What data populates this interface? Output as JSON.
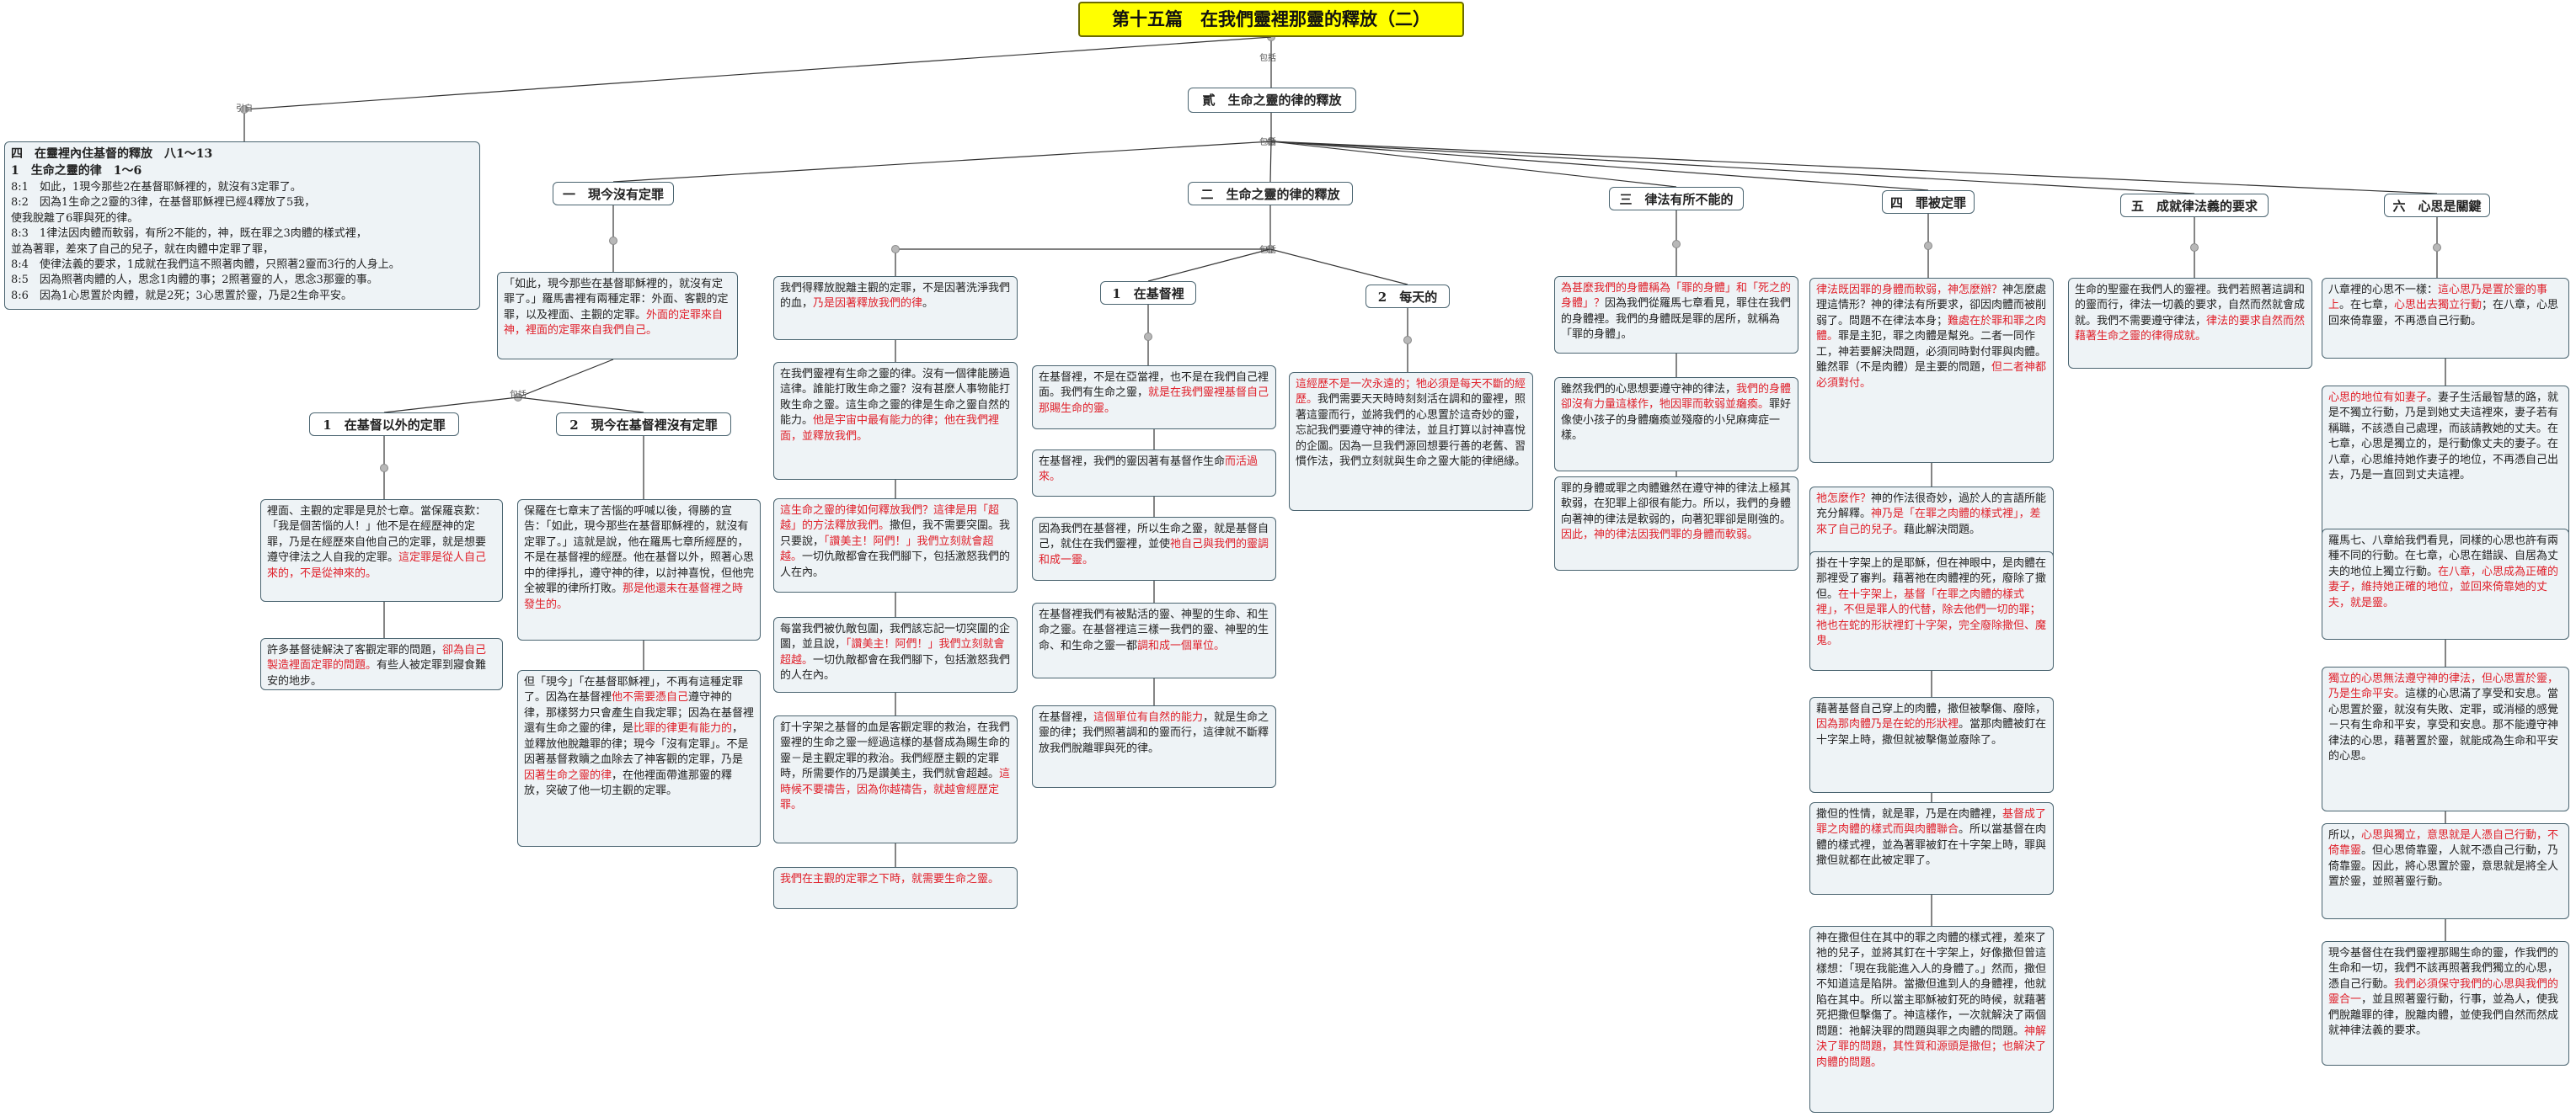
{
  "root": {
    "title": "第十五篇　在我們靈裡那靈的釋放（二）"
  },
  "connectors": {
    "intro": "引自",
    "include": "包括"
  },
  "side_note": {
    "lines": [
      "四　在靈裡內住基督的釋放　八1～13",
      "1　生命之靈的律　1～6",
      "8:1　如此，1現今那些2在基督耶穌裡的，就沒有3定罪了。",
      "8:2　因為1生命之2靈的3律，在基督耶穌裡已經4釋放了5我，",
      "使我脫離了6罪與死的律。",
      "8:3　1律法因肉體而軟弱，有所2不能的，神，既在罪之3肉體的樣式裡，",
      "並為著罪，差來了自己的兒子，就在肉體中定罪了罪，",
      "8:4　使律法義的要求，1成就在我們這不照著肉體，只照著2靈而3行的人身上。",
      "8:5　因為照著肉體的人，思念1肉體的事；2照著靈的人，思念3那靈的事。",
      "8:6　因為1心思置於肉體，就是2死；3心思置於靈，乃是2生命平安。"
    ]
  },
  "level1": {
    "main": "貳　生命之靈的律的釋放",
    "branches": [
      "一　現今沒有定罪",
      "二　生命之靈的律的釋放",
      "三　律法有所不能的",
      "四　罪被定罪",
      "五　成就律法義的要求",
      "六　心思是關鍵"
    ]
  },
  "col1": {
    "intro": [
      {
        "t": "「如此，現今那些在基督耶穌裡的，就沒有定罪了。」羅馬書裡有兩種定罪：外面、客觀的定罪，以及裡面、主觀的定罪。"
      },
      {
        "t": "外面的定罪來自神，裡面的定罪來自我們自己。",
        "r": true
      }
    ],
    "sub1": "1　在基督以外的定罪",
    "sub2": "2　現今在基督裡沒有定罪",
    "a1": [
      {
        "t": "裡面、主觀的定罪是見於七章。當保羅哀歎：「我是個苦惱的人！」他不是在經歷神的定罪，乃是在經歷來自他自己的定罪，就是想要遵守律法之人自我的定罪。"
      },
      {
        "t": "這定罪是從人自己來的，不是從神來的。",
        "r": true
      }
    ],
    "a2": [
      {
        "t": "許多基督徒解決了客觀定罪的問題，"
      },
      {
        "t": "卻為自己製造裡面定罪的問題。",
        "r": true
      },
      {
        "t": "有些人被定罪到寢食難安的地步。"
      }
    ],
    "b1": [
      {
        "t": "保羅在七章末了苦惱的呼喊以後，得勝的宣告：「如此，現今那些在基督耶穌裡的，就沒有定罪了。」這就是說，他在羅馬七章所經歷的，不是在基督裡的經歷。他在基督以外，照著心思中的律掙扎，遵守神的律，以討神喜悅，但他完全被罪的律所打敗。"
      },
      {
        "t": "那是他還未在基督裡之時發生的。",
        "r": true
      }
    ],
    "b2": [
      {
        "t": "但「現今」「在基督耶穌裡」，不再有這種定罪了。因為在基督裡"
      },
      {
        "t": "他不需要憑自己",
        "r": true
      },
      {
        "t": "遵守神的律，那樣努力只會產生自我定罪；因為在基督裡還有生命之靈的律，是"
      },
      {
        "t": "比罪的律更有能力的",
        "r": true
      },
      {
        "t": "，並釋放他脫離罪的律；現今「沒有定罪」。不是因著基督救贖之血除去了神客觀的定罪，乃是"
      },
      {
        "t": "因著生命之靈的律",
        "r": true
      },
      {
        "t": "，在他裡面帶進那靈的釋放，突破了他一切主觀的定罪。"
      }
    ]
  },
  "col2": {
    "intro": [
      {
        "t": "我們得釋放脫離主觀的定罪，不是因著洗淨我們的血，"
      },
      {
        "t": "乃是因著釋放我們的律",
        "r": true
      },
      {
        "t": "。"
      }
    ],
    "n1": [
      {
        "t": "在我們靈裡有生命之靈的律。沒有一個律能勝過這律。誰能打敗生命之靈？沒有甚麼人事物能打敗生命之靈。這生命之靈的律是生命之靈自然的能力。"
      },
      {
        "t": "他是宇宙中最有能力的律；他在我們裡面，並釋放我們。",
        "r": true
      }
    ],
    "n2": [
      {
        "t": "這生命之靈的律如何釋放我們？這律是用「超越」的方法釋放我們。",
        "r": true
      },
      {
        "t": "撒但，我不需要突圍。我只要說，"
      },
      {
        "t": "「讚美主！阿們！」我們立刻就會超越。",
        "r": true
      },
      {
        "t": "一切仇敵都會在我們腳下，包括激怒我們的人在內。"
      }
    ],
    "n3": [
      {
        "t": "每當我們被仇敵包圍，我們該忘記一切突圍的企圖，並且說，"
      },
      {
        "t": "「讚美主！阿們！」我們立刻就會超越。",
        "r": true
      },
      {
        "t": "一切仇敵都會在我們腳下，包括激怒我們的人在內。"
      }
    ],
    "n4": [
      {
        "t": "釘十字架之基督的血是客觀定罪的救治，在我們靈裡的生命之靈一經過這樣的基督成為賜生命的靈－是主觀定罪的救治。我們經歷主觀的定罪時，所需要作的乃是讚美主，我們就會超越。"
      },
      {
        "t": "這時候不要禱告，因為你越禱告，就越會經歷定罪。",
        "r": true
      }
    ],
    "n5": [
      {
        "t": "我們在主觀的定罪之下時，就需要生命之靈。",
        "r": true
      }
    ]
  },
  "col3": {
    "sub1": "1　在基督裡",
    "sub2": "2　每天的",
    "a1": [
      {
        "t": "在基督裡，不是在亞當裡，也不是在我們自己裡面。我們有生命之靈，"
      },
      {
        "t": "就是在我們靈裡基督自己那賜生命的靈。",
        "r": true
      }
    ],
    "a2": [
      {
        "t": "在基督裡，我們的靈因著有基督作生命"
      },
      {
        "t": "而活過來。",
        "r": true
      }
    ],
    "a3": [
      {
        "t": "因為我們在基督裡，所以生命之靈，就是基督自己，就住在我們靈裡，並使"
      },
      {
        "t": "祂自己與我們的靈調和成一靈。",
        "r": true
      }
    ],
    "a4": [
      {
        "t": "在基督裡我們有被點活的靈、神聖的生命、和生命之靈。在基督裡這三樣一我們的靈、神聖的生命、和生命之靈一都"
      },
      {
        "t": "調和成一個單位。",
        "r": true
      }
    ],
    "a5": [
      {
        "t": "在基督裡，"
      },
      {
        "t": "這個單位有自然的能力",
        "r": true
      },
      {
        "t": "，就是生命之靈的律；我們照著調和的靈而行，這律就不斷釋放我們脫離罪與死的律。"
      }
    ],
    "b1": [
      {
        "t": "這經歷不是一次永遠的；牠必須是每天不斷的經歷。",
        "r": true
      },
      {
        "t": "我們需要天天時時刻刻活在調和的靈裡，照著這靈而行，並將我們的心思置於這奇妙的靈，忘記我們要遵守神的律法，並且打算以討神喜悅的企圖。因為一旦我們源回想要行善的老舊、習慣作法，我們立刻就與生命之靈大能的律絕緣。"
      }
    ]
  },
  "col4": {
    "n1": [
      {
        "t": "為甚麼我們的身體稱為「罪的身體」和「死之的身體」？",
        "r": true
      },
      {
        "t": "因為我們從羅馬七章看見，罪住在我們的身體裡。我們的身體既是罪的居所，就稱為「罪的身體」。"
      }
    ],
    "n2": [
      {
        "t": "雖然我們的心思想要遵守神的律法，"
      },
      {
        "t": "我們的身體卻沒有力量這樣作，牠因罪而軟弱並癱瘓。",
        "r": true
      },
      {
        "t": "罪好像使小孩子的身體癱瘓並殘廢的小兒麻痺症一樣。"
      }
    ],
    "n3": [
      {
        "t": "罪的身體或罪之肉體雖然在遵守神的律法上極其軟弱，在犯罪上卻很有能力。所以，我們的身體向著神的律法是軟弱的，向著犯罪卻是剛強的。"
      },
      {
        "t": "因此，神的律法因我們罪的身體而軟弱。",
        "r": true
      }
    ]
  },
  "col5": {
    "n1": [
      {
        "t": "律法既因罪的身體而軟弱，神怎麼辦？",
        "r": true
      },
      {
        "t": "神怎麼處理這情形？神的律法有所要求，卻因肉體而被削弱了。問題不在律法本身；"
      },
      {
        "t": "難處在於罪和罪之肉體。",
        "r": true
      },
      {
        "t": "罪是主犯，罪之肉體是幫兇。二者一同作工，神若要解決問題，必須同時對付罪與肉體。雖然罪（不是肉體）是主要的問題，"
      },
      {
        "t": "但二者神都必須對付。",
        "r": true
      }
    ],
    "n2": [
      {
        "t": "祂怎麼作？",
        "r": true
      },
      {
        "t": "神的作法很奇妙，過於人的言語所能充分解釋。"
      },
      {
        "t": "神乃是「在罪之肉體的樣式裡」，差來了自己的兒子。",
        "r": true
      },
      {
        "t": "藉此解決問題。"
      }
    ],
    "n3": [
      {
        "t": "掛在十字架上的是耶穌，但在神眼中，是肉體在那裡受了審判。藉著祂在肉體裡的死，廢除了撒但。"
      },
      {
        "t": "在十字架上，基督「在罪之肉體的樣式裡」，不但是罪人的代替，除去他們一切的罪；祂也在蛇的形狀裡釘十字架，完全廢除撒但、魔鬼。",
        "r": true
      }
    ],
    "n4": [
      {
        "t": "藉著基督自己穿上的肉體，撒但被擊傷、廢除，"
      },
      {
        "t": "因為那肉體乃是在蛇的形狀裡",
        "r": true
      },
      {
        "t": "。當那肉體被釘在十字架上時，撒但就被擊傷並廢除了。"
      }
    ],
    "n5": [
      {
        "t": "撒但的性情，就是罪，乃是在肉體裡，"
      },
      {
        "t": "基督成了罪之肉體的樣式而與肉體聯合",
        "r": true
      },
      {
        "t": "。所以當基督在肉體的樣式裡，並為著罪被釘在十字架上時，罪與撒但就都在此被定罪了。"
      }
    ],
    "n6": [
      {
        "t": "神在撒但住在其中的罪之肉體的樣式裡，差來了祂的兒子，並將其釘在十字架上，好像撒但曾這樣想：「現在我能進入人的身體了。」然而，撒但不知道這是陷阱。當撒但進到人的身體裡，他就陷在其中。所以當主耶穌被釘死的時候，就藉著死把撒但擊傷了。神這樣作，一次就解決了兩個問題：祂解決罪的問題與罪之肉體的問題。"
      },
      {
        "t": "神解決了罪的問題，其性質和源頭是撒但；也解決了肉體的問題。",
        "r": true
      }
    ]
  },
  "col6": {
    "n1": [
      {
        "t": "生命的聖靈在我們人的靈裡。我們若照著這調和的靈而行，律法一切義的要求，自然而然就會成就。我們不需要遵守律法，"
      },
      {
        "t": "律法的要求自然而然藉著生命之靈的律得成就。",
        "r": true
      }
    ]
  },
  "col7": {
    "n1": [
      {
        "t": "八章裡的心思不一樣："
      },
      {
        "t": "這心思乃是置於靈的事上",
        "r": true
      },
      {
        "t": "。在七章，"
      },
      {
        "t": "心思出去獨立行動",
        "r": true
      },
      {
        "t": "；在八章，心思回來倚靠靈，不再憑自己行動。"
      }
    ],
    "n2": [
      {
        "t": "心思的地位有如妻子",
        "r": true
      },
      {
        "t": "。妻子生活最智慧的路，就是不獨立行動，乃是到她丈夫這裡來，妻子若有稱職，不該憑自己處理，而該請教她的丈夫。在七章，心思是獨立的，是行動像丈夫的妻子。在八章，心思維持她作妻子的地位，不再憑自己出去，乃是一直回到丈夫這裡。"
      }
    ],
    "n3": [
      {
        "t": "羅馬七、八章給我們看見，同樣的心思也許有兩種不同的行動。在七章，心思在錯誤、自居為丈夫的地位上獨立行動。"
      },
      {
        "t": "在八章，心思成為正確的妻子，維持她正確的地位，並回來倚靠她的丈夫，就是靈。",
        "r": true
      }
    ],
    "n4": [
      {
        "t": "獨立的心思無法遵守神的律法，但心思置於靈，乃是生命平安。",
        "r": true
      },
      {
        "t": "這樣的心思滿了享受和安息。當心思置於靈，就沒有失敗、定罪，或消極的感覺－只有生命和平安，享受和安息。那不能遵守神律法的心思，藉著置於靈，就能成為生命和平安的心思。"
      }
    ],
    "n5": [
      {
        "t": "所以，"
      },
      {
        "t": "心思與獨立，意思就是人憑自己行動，不倚靠靈",
        "r": true
      },
      {
        "t": "。但心思倚靠靈，人就不憑自己行動，乃倚靠靈。因此，將心思置於靈，意思就是將全人置於靈，並照著靈行動。"
      }
    ],
    "n6": [
      {
        "t": "現今基督住在我們靈裡那賜生命的靈，作我們的生命和一切，我們不該再照著我們獨立的心思，憑自己行動。"
      },
      {
        "t": "我們必須保守我們的心思與我們的靈合一",
        "r": true
      },
      {
        "t": "，並且照著靈行動，行事，並為人，使我們脫離罪的律，脫離肉體，並使我們自然而然成就神律法義的要求。"
      }
    ]
  }
}
